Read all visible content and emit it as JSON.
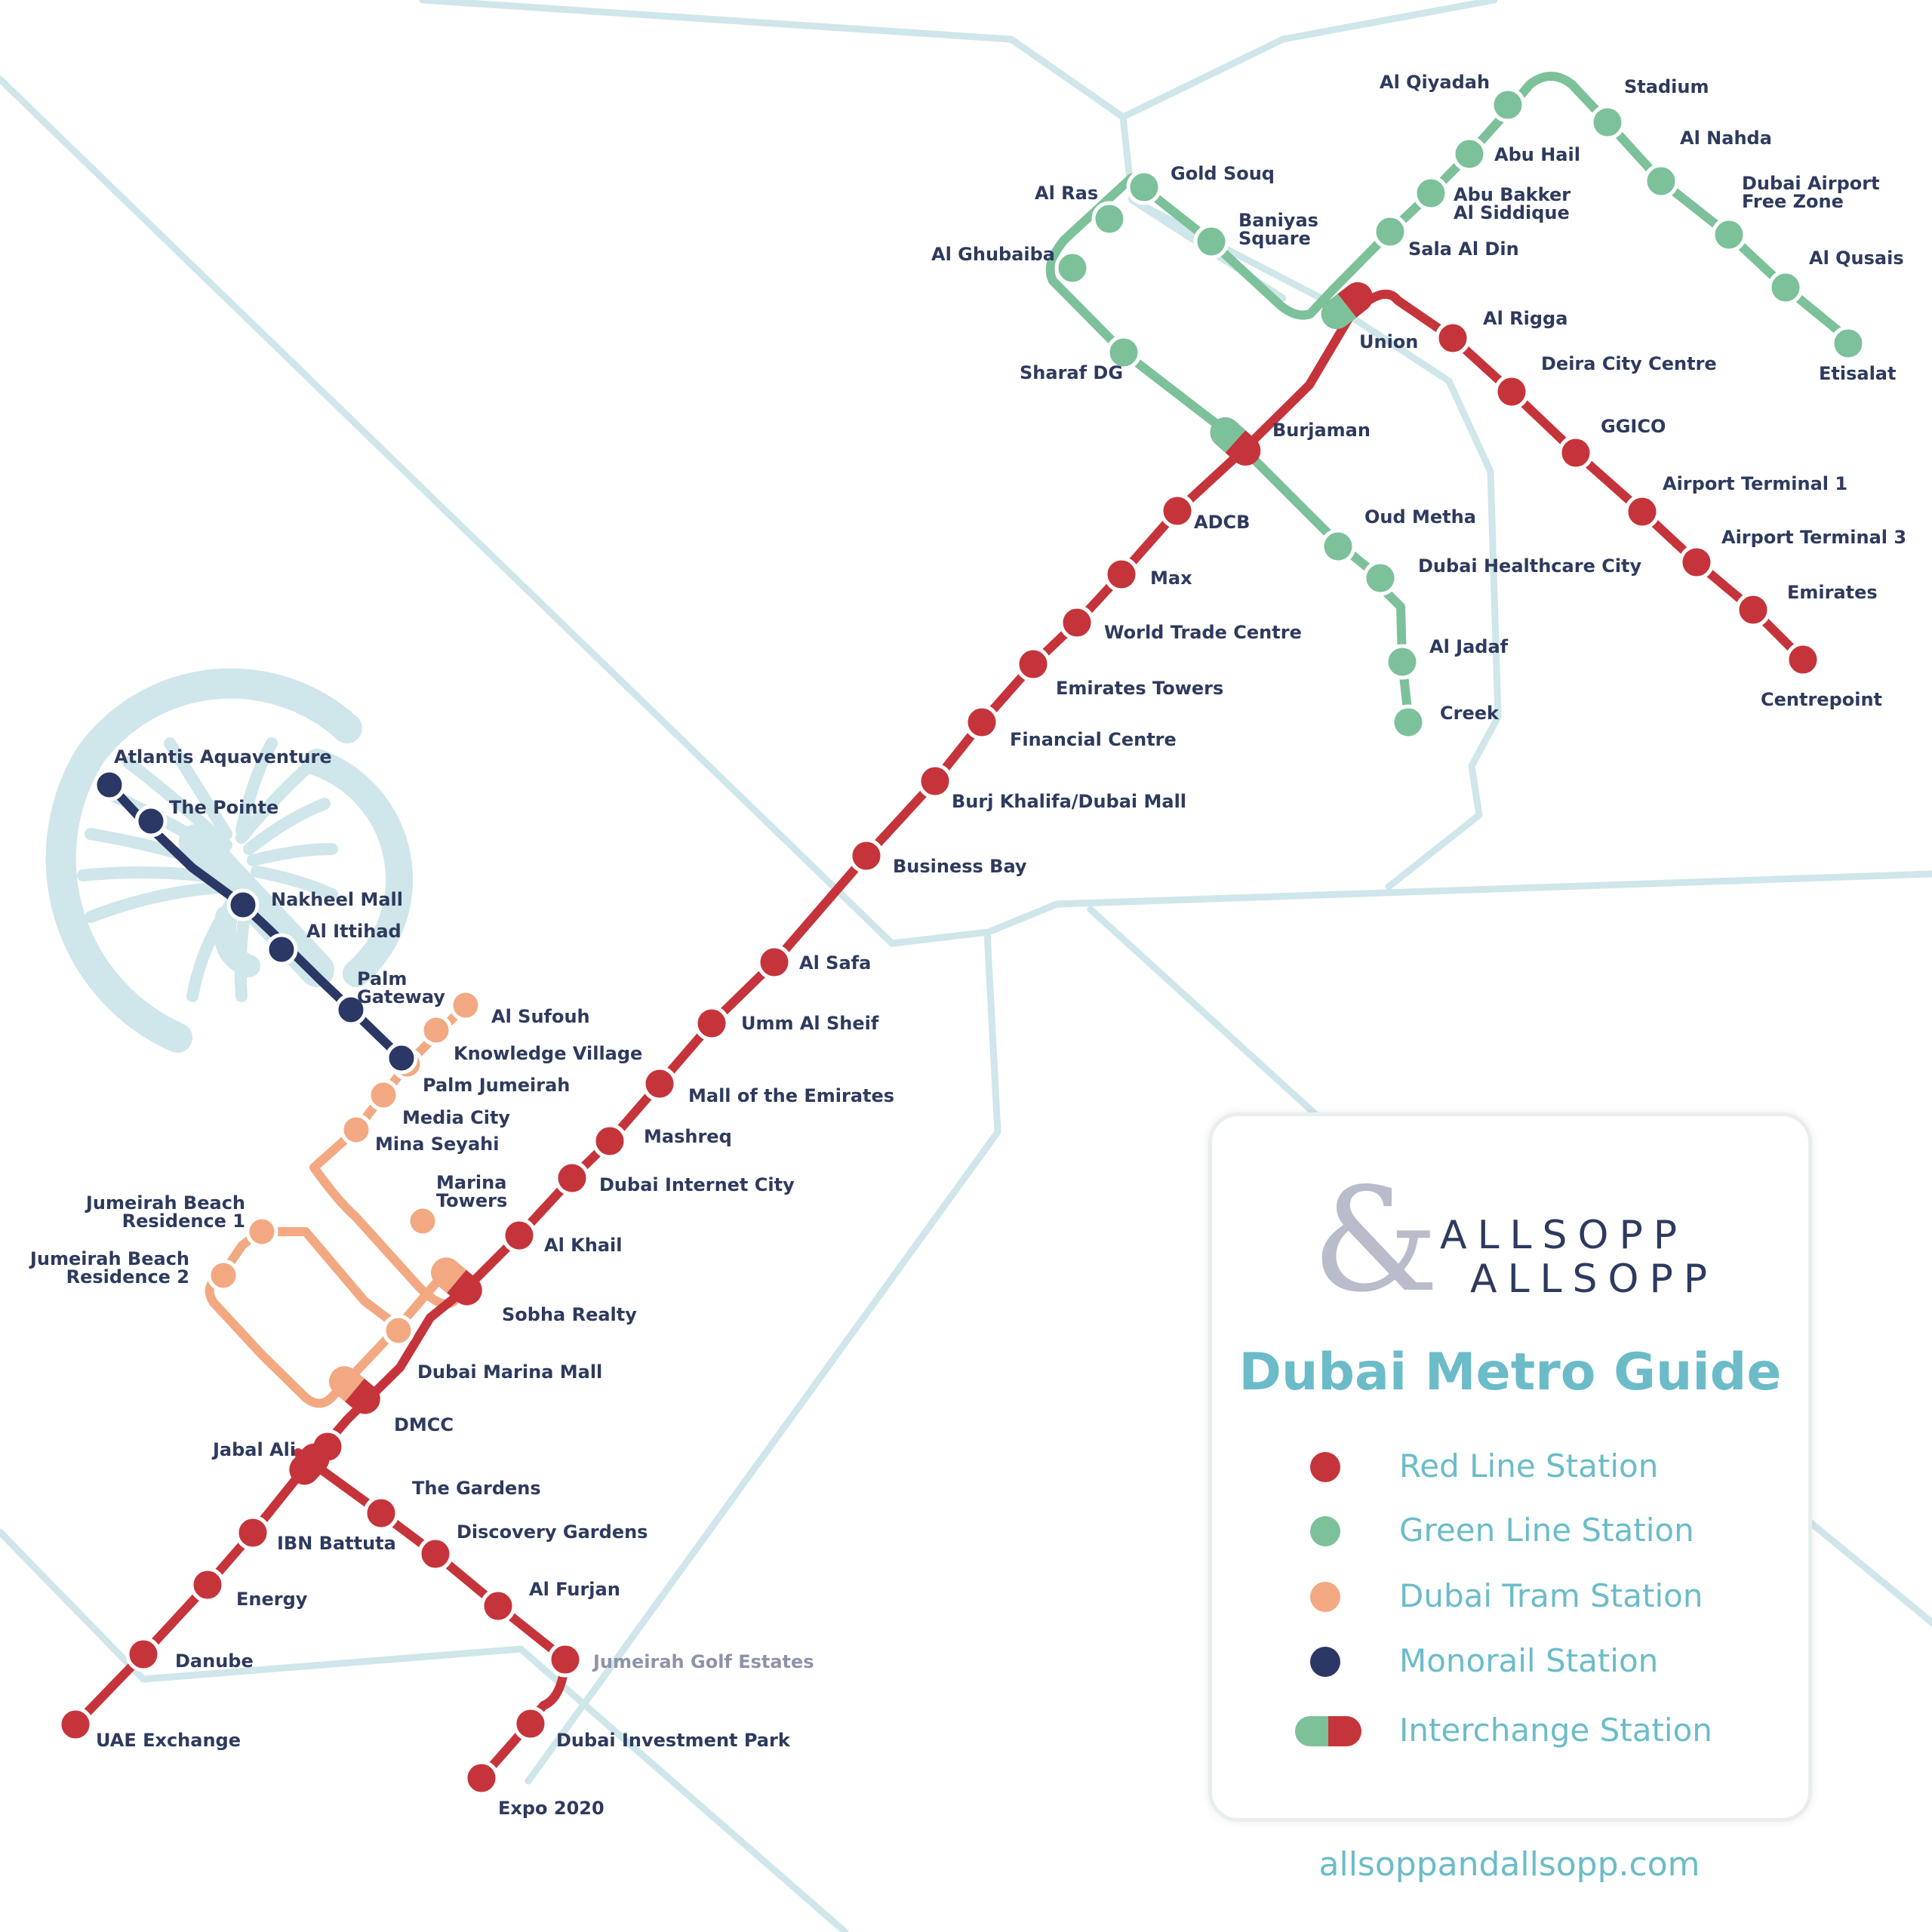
{
  "colors": {
    "red": "#c5343a",
    "green": "#7cc19a",
    "tram": "#f2a982",
    "monorail": "#2b3866",
    "roads": "#cfe6ea",
    "accent": "#6bbcc8"
  },
  "legend": {
    "title": "Dubai Metro Guide",
    "items": [
      {
        "type": "red",
        "label": "Red Line Station"
      },
      {
        "type": "green",
        "label": "Green Line Station"
      },
      {
        "type": "tram",
        "label": "Dubai Tram Station"
      },
      {
        "type": "monorail",
        "label": "Monorail Station"
      },
      {
        "type": "interchange",
        "label": "Interchange Station"
      }
    ]
  },
  "brand": {
    "symbol": "&",
    "line1": "ALLSOPP",
    "line2": "ALLSOPP",
    "website": "allsoppandallsopp.com"
  },
  "stations": {
    "red": [
      "UAE Exchange",
      "Danube",
      "Energy",
      "IBN Battuta",
      "Jabal Ali",
      "DMCC",
      "Sobha Realty",
      "Al Khail",
      "Dubai Internet City",
      "Mashreq",
      "Mall of the Emirates",
      "Umm Al Sheif",
      "Al Safa",
      "Business Bay",
      "Burj Khalifa/Dubai Mall",
      "Financial Centre",
      "Emirates Towers",
      "World Trade Centre",
      "Max",
      "ADCB",
      "Burjaman",
      "Union",
      "Al Rigga",
      "Deira City Centre",
      "GGICO",
      "Airport Terminal 1",
      "Airport Terminal 3",
      "Emirates",
      "Centrepoint",
      "The Gardens",
      "Discovery Gardens",
      "Al Furjan",
      "Jumeirah Golf Estates",
      "Dubai Investment Park",
      "Expo 2020"
    ],
    "green": [
      "Creek",
      "Al Jadaf",
      "Dubai Healthcare City",
      "Oud Metha",
      "Sharaf DG",
      "Al Ghubaiba",
      "Al Ras",
      "Gold Souq",
      "Baniyas Square",
      "Sala Al Din",
      "Abu Bakker Al Siddique",
      "Abu Hail",
      "Al Qiyadah",
      "Stadium",
      "Al Nahda",
      "Dubai Airport Free Zone",
      "Al Qusais",
      "Etisalat"
    ],
    "tram": [
      "Al Sufouh",
      "Knowledge Village",
      "Media City",
      "Mina Seyahi",
      "Marina Towers",
      "Jumeirah Beach Residence 1",
      "Jumeirah Beach Residence 2",
      "Dubai Marina Mall"
    ],
    "monorail": [
      "Atlantis Aquaventure",
      "The Pointe",
      "Nakheel Mall",
      "Al Ittihad",
      "Palm Gateway",
      "Palm Jumeirah"
    ]
  }
}
